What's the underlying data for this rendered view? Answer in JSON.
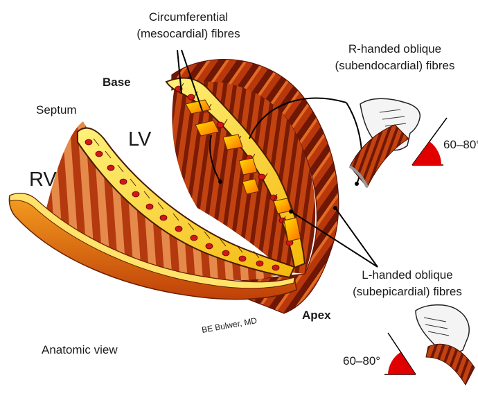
{
  "labels": {
    "circumferential_line1": "Circumferential",
    "circumferential_line2": "(mesocardial) fibres",
    "r_handed_line1": "R-handed oblique",
    "r_handed_line2": "(subendocardial) fibres",
    "l_handed_line1": "L-handed oblique",
    "l_handed_line2": "(subepicardial) fibres",
    "base": "Base",
    "septum": "Septum",
    "lv": "LV",
    "rv": "RV",
    "apex": "Apex",
    "anatomic_view": "Anatomic view",
    "credit": "BE Bulwer, MD",
    "angle_top": "60–80°",
    "angle_bottom": "60–80°"
  },
  "colors": {
    "muscle_dark": "#7a1a06",
    "muscle_mid": "#c0410f",
    "muscle_light": "#f08030",
    "cut_surface": "#ffe050",
    "vessel_red": "#d01818",
    "angle_red": "#e00000"
  }
}
